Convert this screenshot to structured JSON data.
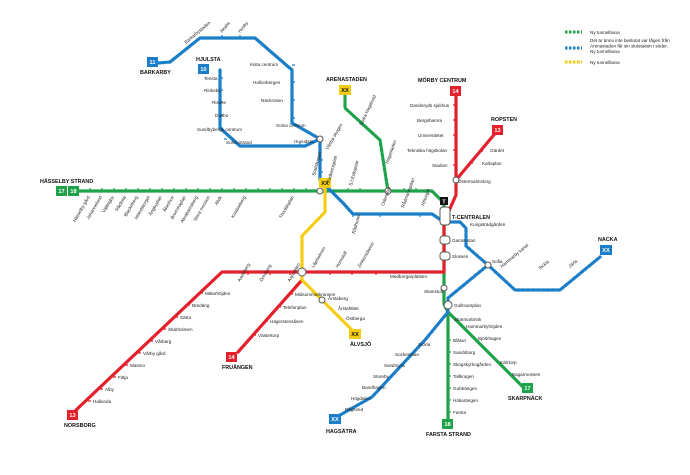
{
  "colors": {
    "green": "#1ea34a",
    "red": "#e3202b",
    "blue": "#1a7fc8",
    "yellow": "#f5cd10",
    "xx_badge": "#f5cd10"
  },
  "legend": [
    {
      "style": "green-dashed",
      "text": "Ny tunnelbana"
    },
    {
      "style": "blue-dashed",
      "text": "Det är ännu inte beslutat var tågen från Arenastaden får sin slutstation i söder."
    },
    {
      "style": "blue-dashed",
      "text": "Ny tunnelbana"
    },
    {
      "style": "yellow-dashed",
      "text": "Ny tunnelbana"
    }
  ],
  "terminals": {
    "hasselby": {
      "badges": [
        "17",
        "18"
      ],
      "name": "HÄSSELBY STRAND"
    },
    "barkarby": {
      "badge": "11",
      "name": "BARKARBY"
    },
    "hjulsta": {
      "badge": "10",
      "name": "HJULSTA"
    },
    "arenastaden": {
      "badge": "XX",
      "name": "ARENASTADEN"
    },
    "morby": {
      "badge": "14",
      "name": "MÖRBY CENTRUM"
    },
    "ropsten": {
      "badge": "13",
      "name": "ROPSTEN"
    },
    "nacka": {
      "badge": "XX",
      "name": "NACKA"
    },
    "fruangen": {
      "badge": "14",
      "name": "FRUÄNGEN"
    },
    "norsborg": {
      "badge": "13",
      "name": "NORSBORG"
    },
    "alvsjo": {
      "badge": "XX",
      "name": "ÄLVSJÖ"
    },
    "hagsatra": {
      "badge": "XX",
      "name": "HAGSÄTRA"
    },
    "farsta": {
      "badge": "18",
      "name": "FARSTA STRAND"
    },
    "skarpnack": {
      "badge": "17",
      "name": "SKARPNÄCK"
    },
    "odenplan_xx": {
      "badge": "XX"
    }
  },
  "tcentralen": {
    "icon_letter": "T",
    "name": "T-CENTRALEN"
  },
  "stations": {
    "green_west": [
      "Hässelby gård",
      "Johannelund",
      "Vällingby",
      "Råcksta",
      "Blackeberg",
      "Islandstorget",
      "Ängbyplan",
      "Åkeshov",
      "Brommaplan",
      "Abrahamsberg",
      "Stora mossen",
      "Alvik",
      "Kristineberg",
      "Thorildsplan",
      "Fridhemsplan",
      "S:t Eriksplan",
      "Odenplan",
      "Rådmansgatan",
      "Hötorget"
    ],
    "blue_north": [
      "Barkarbystaden",
      "Akalla",
      "Husby",
      "Kista centrum",
      "Hallonbergen",
      "Näckrosen",
      "Solna centrum",
      "Västra skogen",
      "Stadshagen",
      "Rådhuset"
    ],
    "blue_hjulsta": [
      "Tensta",
      "Rinkeby",
      "Rissne",
      "Duvbo",
      "Sundbybergs centrum",
      "Solna strand",
      "Huvudsta"
    ],
    "green_new": [
      "Södra Hagalund",
      "Hagastaden"
    ],
    "red_morby": [
      "Danderyds sjukhus",
      "Bergshamra",
      "Universitetet",
      "Tekniska högskolan",
      "Stadion",
      "Östermalmstorg"
    ],
    "red_ropsten": [
      "Gärdet",
      "Karlaplan"
    ],
    "blue_nacka": [
      "Kungsträdgården",
      "Sofia",
      "Hammarby kanal",
      "Sickla",
      "Järla"
    ],
    "central": [
      "Gamla stan",
      "Slussen",
      "Medborgarplatsen",
      "Skanstull",
      "Gullmarsplan",
      "Skärmarbrink"
    ],
    "red_south": [
      "Zinkensdamm",
      "Hornstull",
      "Liljeholmen",
      "Aspudden",
      "Örnsberg",
      "Axelsberg",
      "Mälarhöjden",
      "Bredäng",
      "Sätra",
      "Skärholmen",
      "Vårberg",
      "Vårby gård",
      "Masmo",
      "Fittja",
      "Alby",
      "Hallunda"
    ],
    "red_fruangen": [
      "Midsommarkransen",
      "Telefonplan",
      "Hägerstensåsen",
      "Västertorp"
    ],
    "yellow_alvsjo": [
      "Årstaberg",
      "Årstafältet",
      "Östberga"
    ],
    "blue_hagsatra": [
      "Sickla",
      "Sockenplan",
      "Svedmyra",
      "Stureby",
      "Bandhagen",
      "Högdalen",
      "Rågsved"
    ],
    "green_farsta": [
      "Blåsut",
      "Sandsborg",
      "Skogskyrkogården",
      "Tallkrogen",
      "Gubbängen",
      "Hökarängen",
      "Farsta"
    ],
    "green_skarpnack": [
      "Hammarbyhöjden",
      "Björkhagen",
      "Kärrtorp",
      "Bagarmossen"
    ]
  }
}
